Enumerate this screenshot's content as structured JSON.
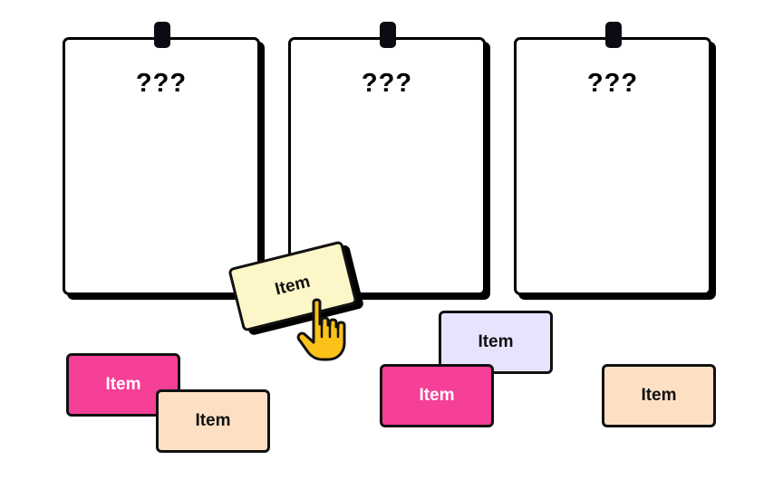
{
  "boards": [
    {
      "title": "???"
    },
    {
      "title": "???"
    },
    {
      "title": "???"
    }
  ],
  "cards": {
    "dragging": {
      "label": "Item",
      "color": "#fdf6c8"
    },
    "pink_left": {
      "label": "Item",
      "color": "#f63f97"
    },
    "peach_left": {
      "label": "Item",
      "color": "#fde0c4"
    },
    "lavender_mid": {
      "label": "Item",
      "color": "#e6e4fd"
    },
    "pink_mid": {
      "label": "Item",
      "color": "#f63f97"
    },
    "peach_right": {
      "label": "Item",
      "color": "#fde0c4"
    }
  },
  "cursor": {
    "icon": "pointer-hand-icon",
    "color": "#fbc21a"
  }
}
